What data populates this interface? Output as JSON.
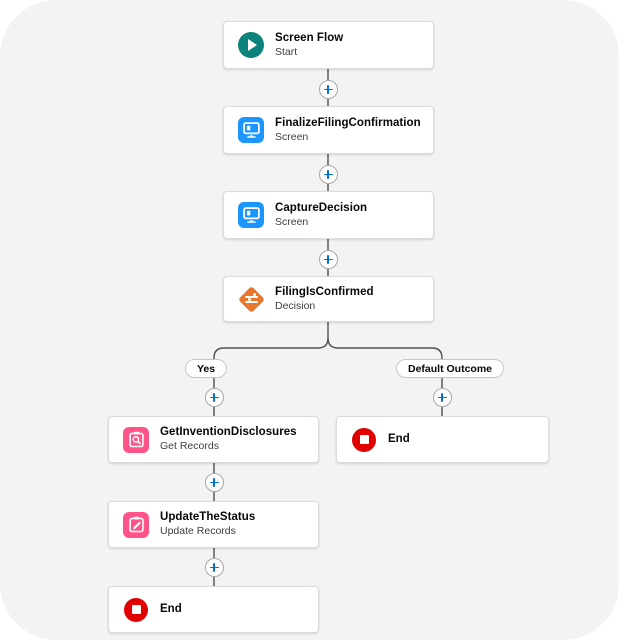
{
  "canvas": {
    "background_color": "#f3f3f3",
    "page_background": "#ffffff",
    "corner_radius": 56
  },
  "colors": {
    "start_icon": "#0b827c",
    "screen_icon": "#1b96ff",
    "decision_icon": "#e8762d",
    "records_icon": "#ff538a",
    "end_icon": "#e00000",
    "plus_accent": "#0070d2",
    "connector_line": "#514f4d",
    "card_border": "#dddbda"
  },
  "nodes": {
    "start": {
      "title": "Screen Flow",
      "subtitle": "Start",
      "icon": "play-circle-icon"
    },
    "finalize_filing_confirmation": {
      "title": "FinalizeFilingConfirmation",
      "subtitle": "Screen",
      "icon": "screen-icon"
    },
    "capture_decision": {
      "title": "CaptureDecision",
      "subtitle": "Screen",
      "icon": "screen-icon"
    },
    "filing_is_confirmed": {
      "title": "FilingIsConfirmed",
      "subtitle": "Decision",
      "icon": "decision-diamond-icon"
    },
    "get_invention_disclosures": {
      "title": "GetInventionDisclosures",
      "subtitle": "Get Records",
      "icon": "get-records-icon"
    },
    "update_the_status": {
      "title": "UpdateTheStatus",
      "subtitle": "Update Records",
      "icon": "update-records-icon"
    },
    "end_right": {
      "title": "End",
      "icon": "end-stop-icon"
    },
    "end_bottom": {
      "title": "End",
      "icon": "end-stop-icon"
    }
  },
  "branches": {
    "yes": {
      "label": "Yes"
    },
    "default": {
      "label": "Default Outcome"
    }
  },
  "add_buttons": {
    "after_start": "+",
    "after_finalize": "+",
    "after_capture": "+",
    "yes_branch": "+",
    "default_branch": "+",
    "after_get_records": "+",
    "after_update_records": "+"
  }
}
